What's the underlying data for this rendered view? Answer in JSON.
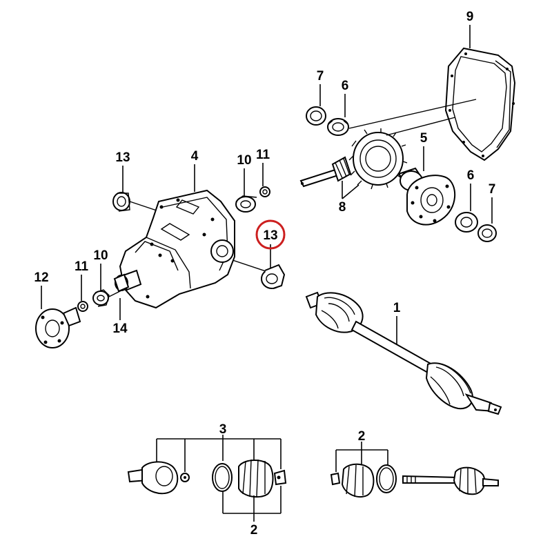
{
  "callouts": [
    {
      "id": "c9",
      "label": "9"
    },
    {
      "id": "c7a",
      "label": "7"
    },
    {
      "id": "c6a",
      "label": "6"
    },
    {
      "id": "c13a",
      "label": "13"
    },
    {
      "id": "c4",
      "label": "4"
    },
    {
      "id": "c10a",
      "label": "10"
    },
    {
      "id": "c11a",
      "label": "11"
    },
    {
      "id": "c5",
      "label": "5"
    },
    {
      "id": "c8",
      "label": "8"
    },
    {
      "id": "c6b",
      "label": "6"
    },
    {
      "id": "c7b",
      "label": "7"
    },
    {
      "id": "c13b",
      "label": "13"
    },
    {
      "id": "c12",
      "label": "12"
    },
    {
      "id": "c11b",
      "label": "11"
    },
    {
      "id": "c10b",
      "label": "10"
    },
    {
      "id": "c14",
      "label": "14"
    },
    {
      "id": "c1",
      "label": "1"
    },
    {
      "id": "c3",
      "label": "3"
    },
    {
      "id": "c2a",
      "label": "2"
    },
    {
      "id": "c2b",
      "label": "2"
    }
  ],
  "highlight": {
    "callout": "13",
    "color": "#cc1f1f"
  }
}
